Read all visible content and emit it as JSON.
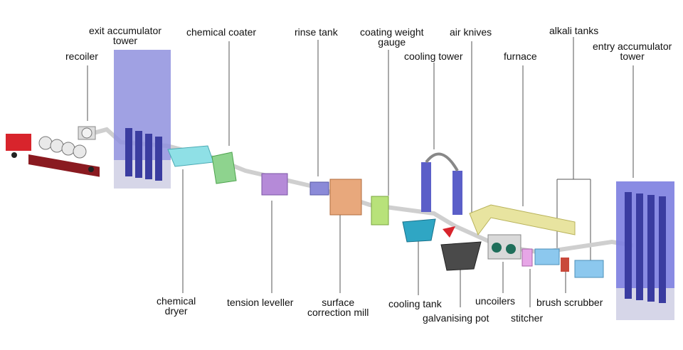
{
  "labels": {
    "recoiler": "recoiler",
    "exit_accumulator_tower": [
      "exit accumulator",
      "tower"
    ],
    "chemical_coater": "chemical coater",
    "rinse_tank": "rinse tank",
    "coating_weight_gauge": [
      "coating weight",
      "gauge"
    ],
    "cooling_tower": "cooling tower",
    "air_knives": "air knives",
    "alkali_tanks": "alkali tanks",
    "furnace": "furnace",
    "entry_accumulator_tower": [
      "entry accumulator",
      "tower"
    ],
    "chemical_dryer": [
      "chemical",
      "dryer"
    ],
    "tension_leveller": "tension leveller",
    "surface_correction_mill": [
      "surface",
      "correction mill"
    ],
    "cooling_tank": "cooling tank",
    "galvanising_pot": "galvanising pot",
    "uncoilers": "uncoilers",
    "stitcher": "stitcher",
    "brush_scrubber": "brush scrubber"
  },
  "colors": {
    "truck": "#d8242c",
    "tower": "#6d6fcf",
    "tower_dark": "#3a3ca0",
    "dryer": "#8fe0e6",
    "coater": "#8ed38e",
    "leveller": "#b58ad8",
    "rinse": "#8b8ad8",
    "mill": "#e8a87c",
    "gauge": "#b8e27a",
    "cooling_tank": "#2fa6c4",
    "pot": "#444444",
    "furnace": "#e8e4a0",
    "scrubber": "#8cc8ee",
    "stitcher": "#e7a6e7",
    "roller": "#1f6e5a",
    "strip": "#c8c8c8"
  }
}
